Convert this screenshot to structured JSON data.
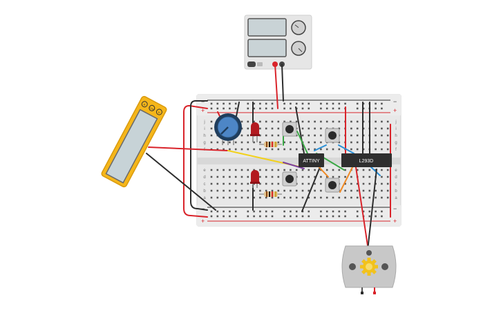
{
  "chips": {
    "attiny": "ATTINY",
    "l293": "L293D"
  },
  "breadboard": {
    "rail_plus": "+",
    "rail_minus": "−",
    "rows_top": [
      "j",
      "i",
      "h",
      "g",
      "f"
    ],
    "rows_bottom": [
      "e",
      "d",
      "c",
      "b",
      "a"
    ],
    "column_count": 30
  },
  "multimeter": {
    "ports": [
      "A",
      "COM",
      "V"
    ]
  },
  "colors": {
    "breadboard": "#e8e8e8",
    "rail_red": "#d9232a",
    "rail_blue": "#2a2a2a",
    "wire_red": "#d9232a",
    "wire_black": "#2d2d2d",
    "wire_yellow": "#f2d11b",
    "wire_green": "#3aa845",
    "wire_orange": "#f08a24",
    "wire_blue": "#2a8fd6",
    "wire_purple": "#7b3fa0",
    "chip": "#2f2f2f",
    "multimeter_body": "#f5b61a",
    "motor_body": "#c8c8c8",
    "gear": "#f2c21b"
  }
}
